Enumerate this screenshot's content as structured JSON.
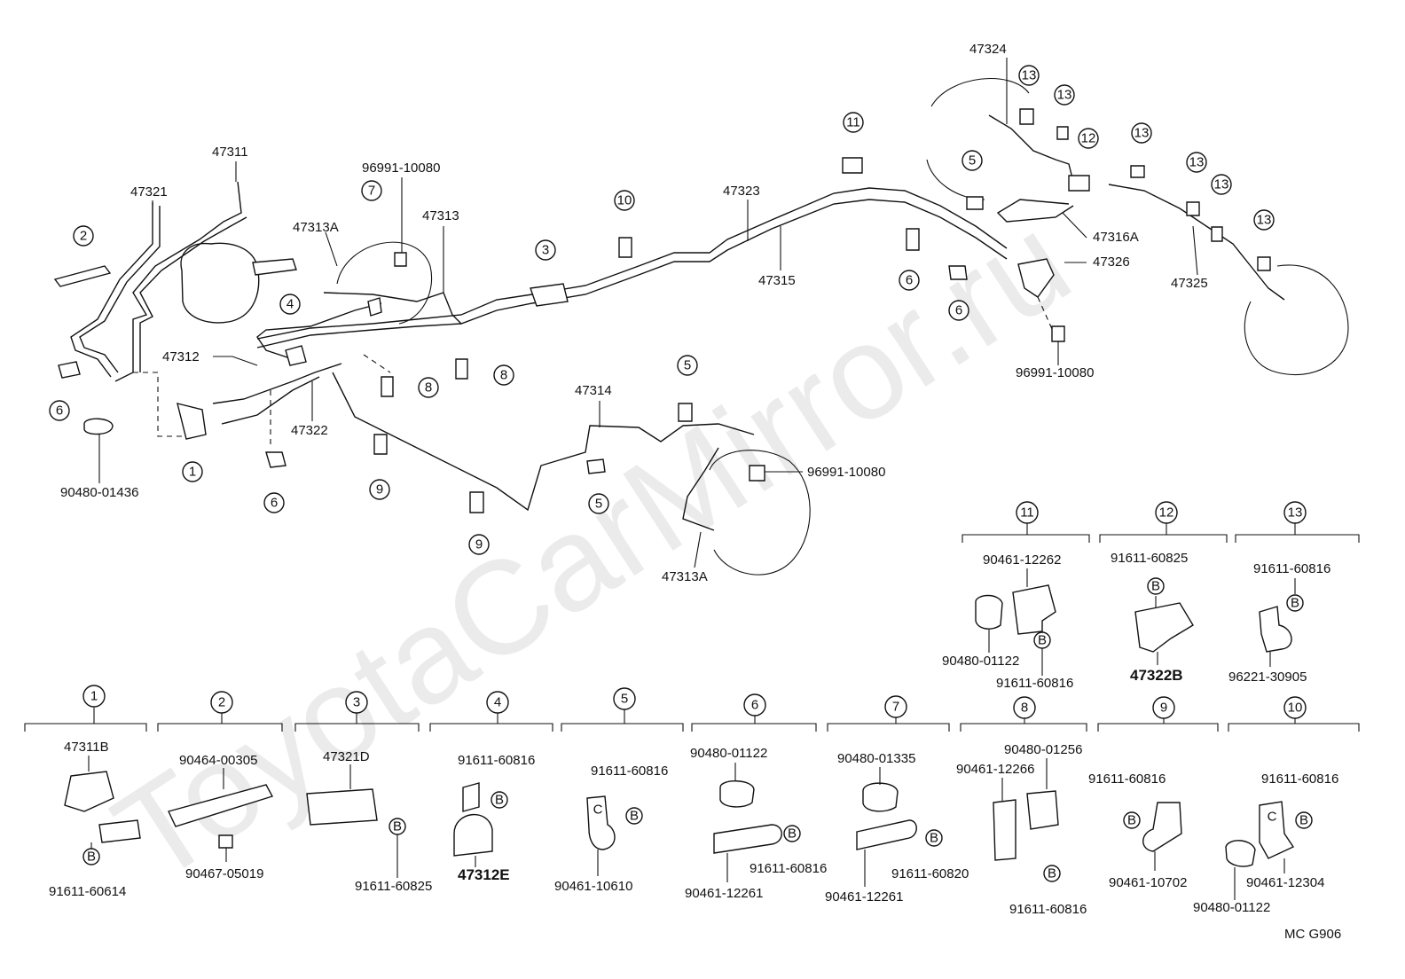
{
  "watermark": "ToyotaCarMirror.ru",
  "diagram_code": "MC  G906",
  "part_labels": {
    "p47311": "47311",
    "p47321": "47321",
    "p47313A_top": "47313A",
    "p96991_top": "96991-10080",
    "p47313": "47313",
    "p47312": "47312",
    "p47322": "47322",
    "p90480_01436": "90480-01436",
    "p47314": "47314",
    "p96991_mid": "96991-10080",
    "p47313A_bot": "47313A",
    "p47323": "47323",
    "p47315": "47315",
    "p47324": "47324",
    "p47316A": "47316A",
    "p47326": "47326",
    "p96991_right": "96991-10080",
    "p47325": "47325"
  },
  "callouts": [
    "1",
    "2",
    "3",
    "4",
    "5",
    "6",
    "7",
    "8",
    "9",
    "10",
    "11",
    "12",
    "13"
  ],
  "bolt_mark": "B",
  "details": {
    "d1": {
      "num": "1",
      "labels": [
        "47311B",
        "91611-60614"
      ]
    },
    "d2": {
      "num": "2",
      "labels": [
        "90464-00305",
        "90467-05019"
      ]
    },
    "d3": {
      "num": "3",
      "labels": [
        "47321D",
        "91611-60825"
      ]
    },
    "d4": {
      "num": "4",
      "labels": [
        "91611-60816",
        "47312E"
      ]
    },
    "d5": {
      "num": "5",
      "labels": [
        "91611-60816",
        "90461-10610"
      ]
    },
    "d6": {
      "num": "6",
      "labels": [
        "90480-01122",
        "91611-60816",
        "90461-12261"
      ]
    },
    "d7": {
      "num": "7",
      "labels": [
        "90480-01335",
        "91611-60820",
        "90461-12261"
      ]
    },
    "d8": {
      "num": "8",
      "labels": [
        "90461-12266",
        "90480-01256",
        "91611-60816"
      ]
    },
    "d9": {
      "num": "9",
      "labels": [
        "91611-60816",
        "90461-10702"
      ]
    },
    "d10": {
      "num": "10",
      "labels": [
        "91611-60816",
        "90461-12304",
        "90480-01122"
      ]
    },
    "d11": {
      "num": "11",
      "labels": [
        "90461-12262",
        "90480-01122",
        "91611-60816"
      ]
    },
    "d12": {
      "num": "12",
      "labels": [
        "91611-60825",
        "47322B"
      ]
    },
    "d13": {
      "num": "13",
      "labels": [
        "91611-60816",
        "96221-30905"
      ]
    }
  }
}
